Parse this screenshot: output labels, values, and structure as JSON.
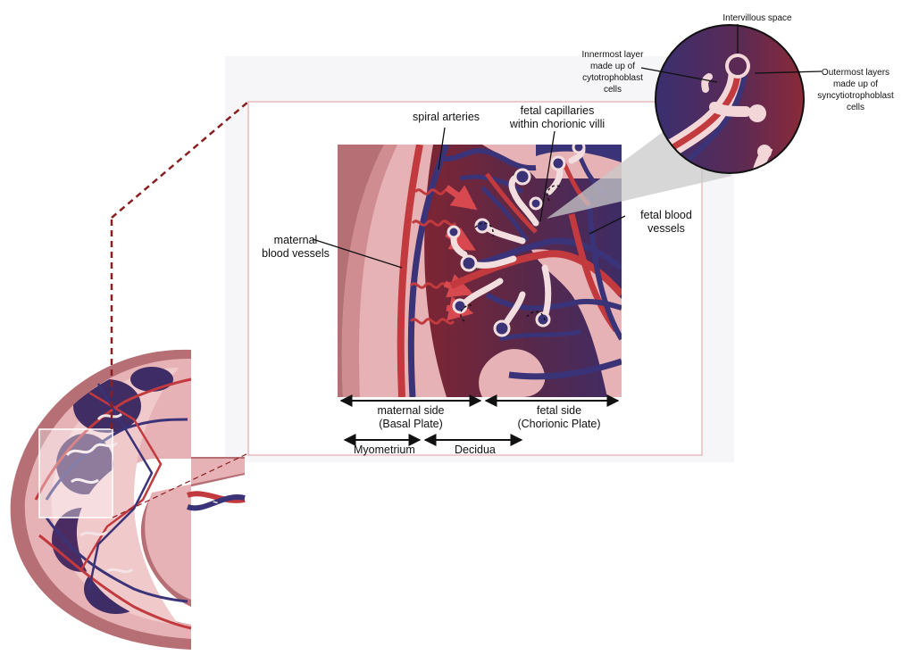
{
  "labels": {
    "spiral_arteries": "spiral arteries",
    "fetal_capillaries_line1": "fetal capillaries",
    "fetal_capillaries_line2": "within chorionic villi",
    "maternal_blood_vessels_line1": "maternal",
    "maternal_blood_vessels_line2": "blood vessels",
    "fetal_blood_vessels_line1": "fetal blood",
    "fetal_blood_vessels_line2": "vessels",
    "maternal_side_line1": "maternal side",
    "maternal_side_line2": "(Basal Plate)",
    "fetal_side_line1": "fetal side",
    "fetal_side_line2": "(Chorionic Plate)",
    "myometrium": "Myometrium",
    "decidua": "Decidua",
    "intervillous_space": "Intervillous space",
    "innermost_line1": "Innermost layer",
    "innermost_line2": "made up of",
    "innermost_line3": "cytotrophoblast",
    "innermost_line4": "cells",
    "outermost_line1": "Outermost layers",
    "outermost_line2": "made up of",
    "outermost_line3": "syncytiotrophoblast",
    "outermost_line4": "cells"
  },
  "colors": {
    "maternal_red": "#c23a3e",
    "fetal_blue": "#3a3378",
    "deep_purple": "#4a2a62",
    "myometrium_pink": "#b56f75",
    "decidua_pink": "#e6b2b5",
    "frame_border": "#e9bcbc",
    "leader_dark_red": "#8a1f22"
  }
}
